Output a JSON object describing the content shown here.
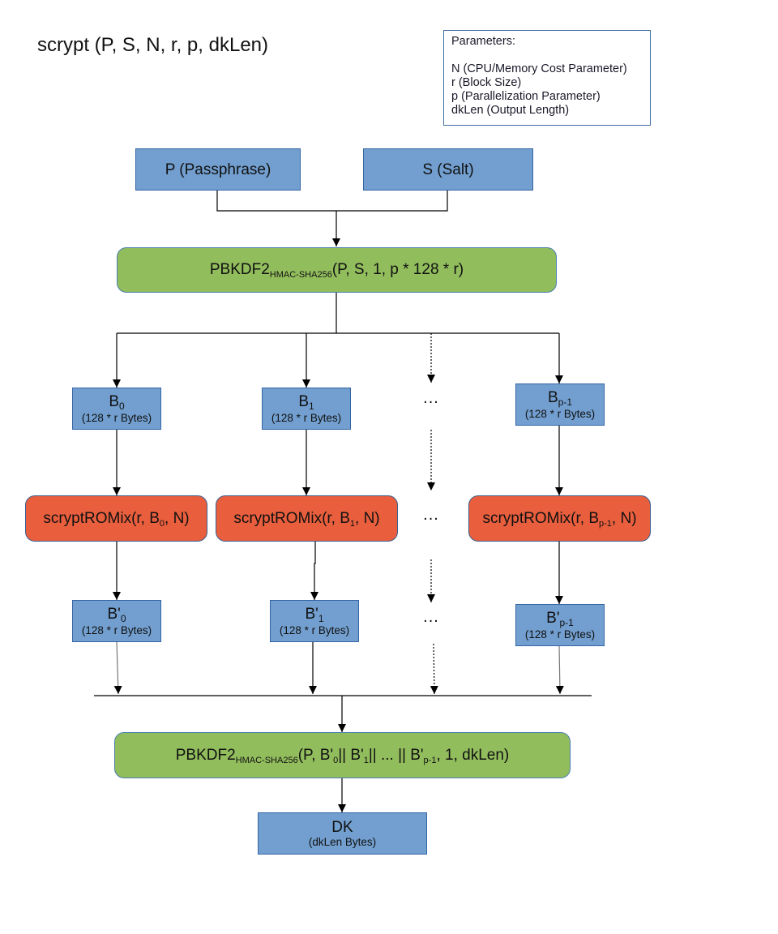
{
  "title": "scrypt (P, S, N, r, p, dkLen)",
  "parameters": {
    "heading": "Parameters:",
    "items": [
      "N (CPU/Memory Cost Parameter)",
      "r (Block Size)",
      "p (Parallelization Parameter)",
      "dkLen (Output Length)"
    ]
  },
  "inputs": {
    "passphrase": "P (Passphrase)",
    "salt": "S (Salt)"
  },
  "pbkdf2_first": {
    "name": "PBKDF2",
    "subscript": "HMAC-SHA256",
    "args": " (P, S, 1, p * 128 * r)"
  },
  "blocks": [
    {
      "name": "B",
      "sub": "0",
      "size": "(128 * r Bytes)"
    },
    {
      "name": "B",
      "sub": "1",
      "size": "(128 * r Bytes)"
    },
    {
      "name": "B",
      "sub": "p-1",
      "size": "(128 * r Bytes)"
    }
  ],
  "romix": [
    {
      "pre": "scryptROMix(r, B",
      "sub": "0",
      "post": ", N)"
    },
    {
      "pre": "scryptROMix(r, B",
      "sub": "1",
      "post": ", N)"
    },
    {
      "pre": "scryptROMix(r, B",
      "sub": "p-1",
      "post": ", N)"
    }
  ],
  "mixed_blocks": [
    {
      "name": "B'",
      "sub": "0",
      "size": "(128 * r Bytes)"
    },
    {
      "name": "B'",
      "sub": "1",
      "size": "(128 * r Bytes)"
    },
    {
      "name": "B'",
      "sub": "p-1",
      "size": "(128 * r Bytes)"
    }
  ],
  "ellipsis": "...",
  "pbkdf2_final": {
    "name": "PBKDF2",
    "subscript": "HMAC-SHA256",
    "a1": " (P, B'",
    "s1": "0",
    "a2": " || B'",
    "s2": "1",
    "a3": " || ... || B'",
    "s3": "p-1",
    "a4": ", 1, dkLen)"
  },
  "output": {
    "name": "DK",
    "size": "(dkLen Bytes)"
  },
  "colors": {
    "data_block": "#729fcf",
    "pbkdf2": "#92bd5d",
    "romix": "#e95f3e"
  }
}
